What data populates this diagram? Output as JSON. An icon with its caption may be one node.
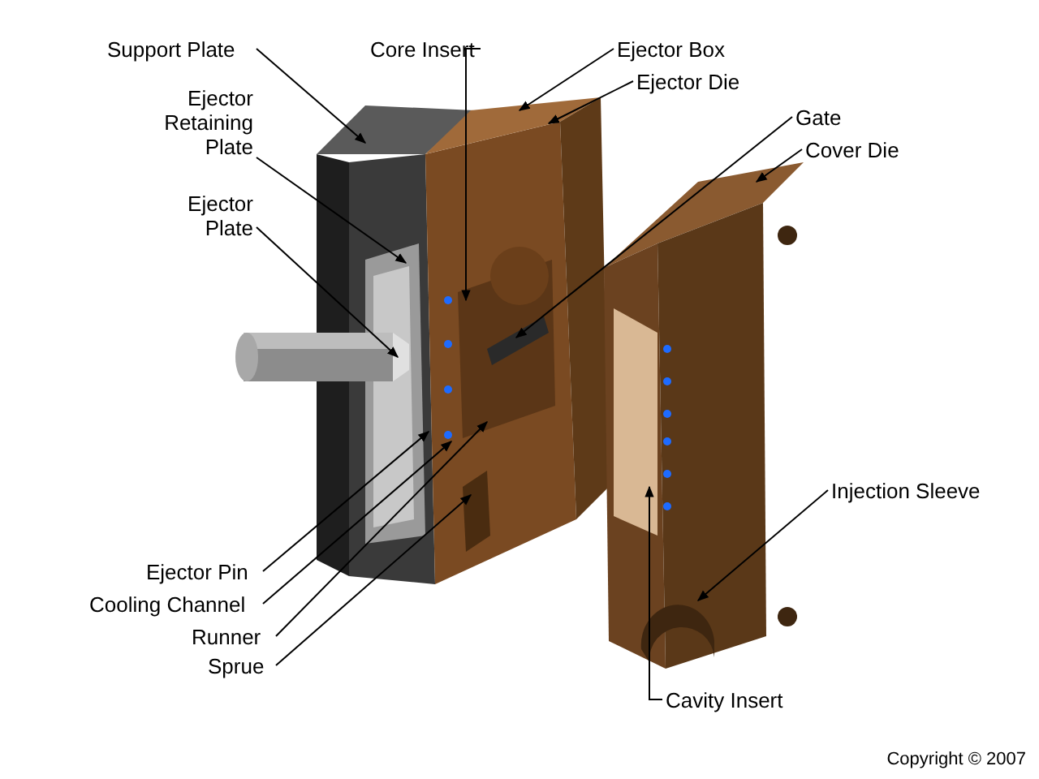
{
  "diagram": {
    "nodes": [
      {
        "text": [
          "Support Plate"
        ]
      },
      {
        "text": [
          "Ejector Retaining Plate"
        ]
      },
      {
        "text": [
          "Ejector Plate"
        ]
      },
      {
        "text": [
          "Core Insert"
        ]
      },
      {
        "text": [
          "Ejector Box"
        ]
      },
      {
        "text": [
          "Ejector Die"
        ]
      },
      {
        "text": [
          "Gate"
        ]
      },
      {
        "text": [
          "Cover Die"
        ]
      },
      {
        "text": [
          "Injection Sleeve"
        ]
      },
      {
        "text": [
          "Cavity Insert"
        ]
      },
      {
        "text": [
          "Ejector Pin"
        ]
      },
      {
        "text": [
          "Cooling Channel"
        ]
      },
      {
        "text": [
          "Runner"
        ]
      },
      {
        "text": [
          "Sprue"
        ]
      }
    ],
    "edges": [
      {
        "from": 0,
        "to": null,
        "arrow": "to"
      },
      {
        "from": 1,
        "to": null,
        "arrow": "to"
      },
      {
        "from": 2,
        "to": null,
        "arrow": "to"
      },
      {
        "from": 3,
        "to": null,
        "arrow": "to"
      },
      {
        "from": 4,
        "to": null,
        "arrow": "to"
      },
      {
        "from": 5,
        "to": null,
        "arrow": "to"
      },
      {
        "from": 6,
        "to": null,
        "arrow": "to"
      },
      {
        "from": 7,
        "to": null,
        "arrow": "to"
      },
      {
        "from": 8,
        "to": null,
        "arrow": "to"
      },
      {
        "from": 9,
        "to": null,
        "arrow": "to"
      },
      {
        "from": 10,
        "to": null,
        "arrow": "to"
      },
      {
        "from": 11,
        "to": null,
        "arrow": "to"
      },
      {
        "from": 12,
        "to": null,
        "arrow": "to"
      },
      {
        "from": 13,
        "to": null,
        "arrow": "to"
      }
    ],
    "labels": [
      "Copyright © 2007"
    ]
  }
}
